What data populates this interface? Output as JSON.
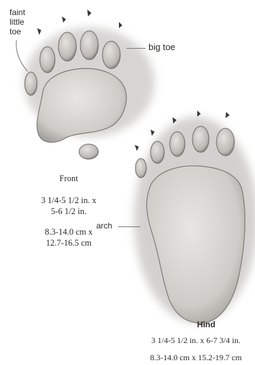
{
  "colors": {
    "ink": "#2a2a2a",
    "pad_fill": "#d9d6d2",
    "pad_edge": "#7d7975",
    "shadow": "#a9a6a3",
    "claw": "#3a3836"
  },
  "front": {
    "title": "Front",
    "dims_in_1": "3 1/4-5 1/2 in. x",
    "dims_in_2": "5-6 1/2 in.",
    "dims_cm_1": "8.3-14.0 cm x",
    "dims_cm_2": "12.7-16.5 cm"
  },
  "hind": {
    "title": "Hind",
    "dims_in": "3 1/4-5 1/2 in. x 6-7 3/4 in.",
    "dims_cm": "8.3-14.0 cm x 15.2-19.7 cm"
  },
  "annotations": {
    "faint_1": "faint",
    "faint_2": "little",
    "faint_3": "toe",
    "big_toe": "big toe",
    "arch": "arch"
  }
}
